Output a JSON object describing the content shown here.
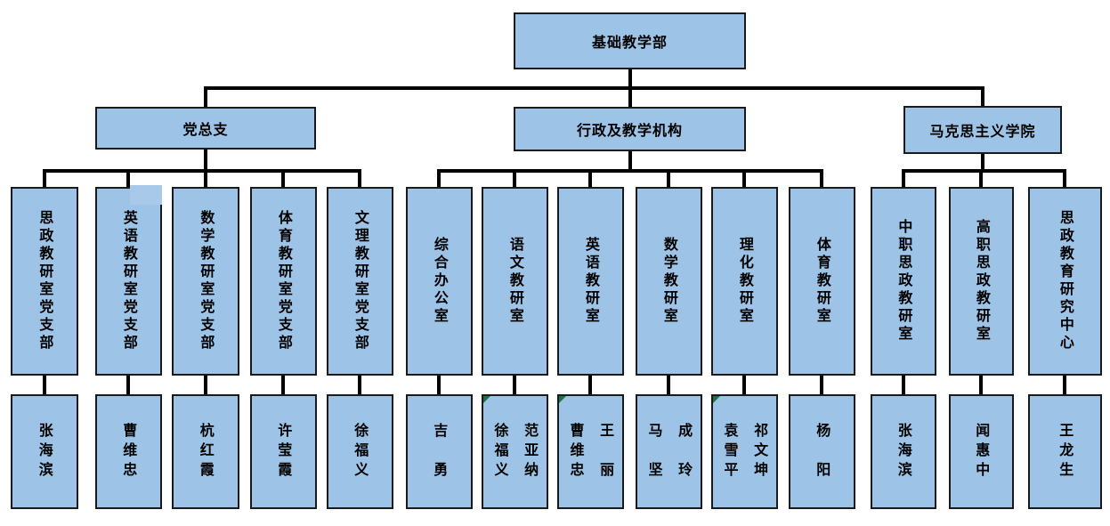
{
  "chart": {
    "root": {
      "label": "基础教学部"
    },
    "branches": [
      {
        "label": "党总支",
        "children": [
          {
            "dept": "思政教研室党支部",
            "name": "张海滨"
          },
          {
            "dept": "英语教研室党支部",
            "name": "曹维忠"
          },
          {
            "dept": "数学教研室党支部",
            "name": "杭红霞"
          },
          {
            "dept": "体育教研室党支部",
            "name": "许莹霞"
          },
          {
            "dept": "文理教研室党支部",
            "name": "徐福义"
          }
        ]
      },
      {
        "label": "行政及教学机构",
        "children": [
          {
            "dept": "综合办公室",
            "name": "吉　勇"
          },
          {
            "dept": "语文教研室",
            "name": "徐福义\n范亚纳",
            "comment_marker": true
          },
          {
            "dept": "英语教研室",
            "name": "曹维忠\n王　丽",
            "comment_marker": true
          },
          {
            "dept": "数学教研室",
            "name": "马　坚\n成　玲"
          },
          {
            "dept": "理化教研室",
            "name": "袁雪平\n祁文坤",
            "comment_marker": true
          },
          {
            "dept": "体育教研室",
            "name": "杨　阳"
          }
        ]
      },
      {
        "label": "马克思主义学院",
        "children": [
          {
            "dept": "中职思政教研室",
            "name": "张海滨"
          },
          {
            "dept": "高职思政教研室",
            "name": "闻惠中"
          },
          {
            "dept": "思政教育研究中心",
            "name": "王龙生"
          }
        ]
      }
    ]
  },
  "colors": {
    "node_fill": "#9DC3E6",
    "node_border": "#1A1A1A",
    "connector": "#000000",
    "comment_marker": "#1E7145",
    "background": "#FFFFFF"
  }
}
